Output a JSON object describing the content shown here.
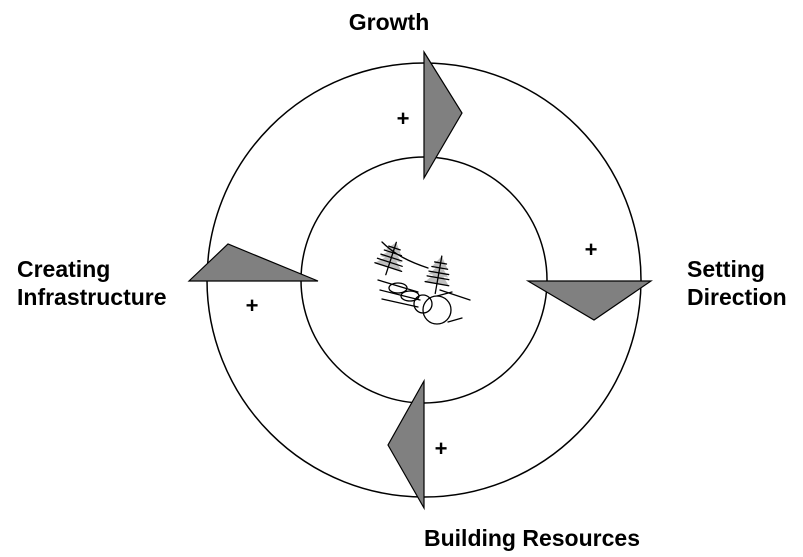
{
  "cycle": {
    "stages": [
      {
        "id": "growth",
        "label_lines": [
          "Growth"
        ]
      },
      {
        "id": "setting-direction",
        "label_lines": [
          "Setting",
          "Direction"
        ]
      },
      {
        "id": "building-resources",
        "label_lines": [
          "Building Resources"
        ]
      },
      {
        "id": "creating-infrastructure",
        "label_lines": [
          "Creating",
          "Infrastructure"
        ]
      }
    ],
    "plus_sign": "+",
    "arrow_color": "#808080",
    "outline_color": "#000000"
  }
}
